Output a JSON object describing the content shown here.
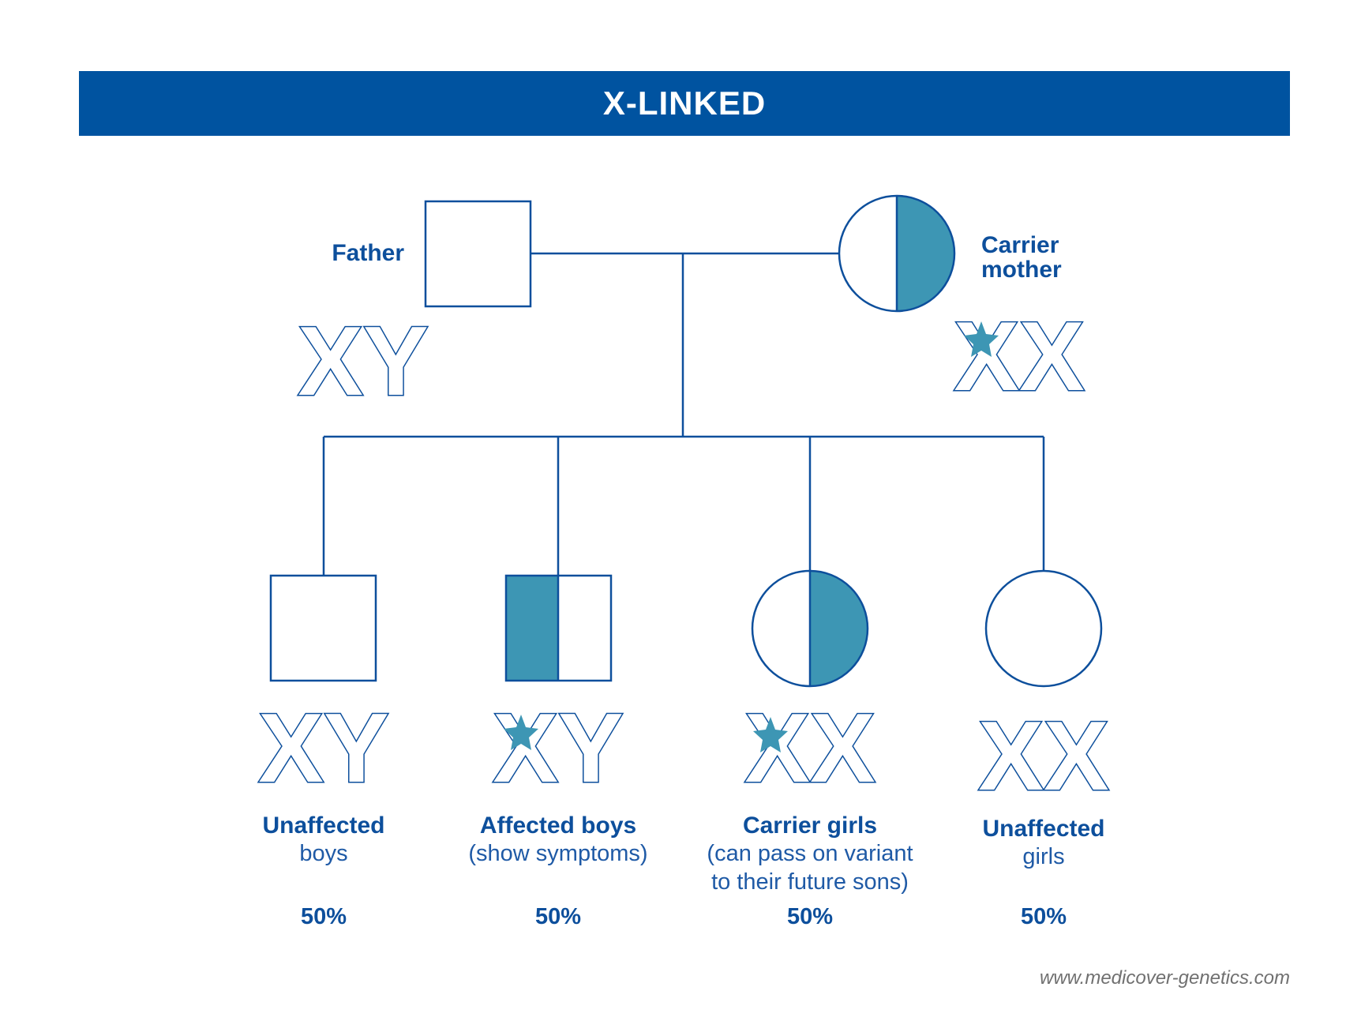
{
  "header": {
    "title": "X-LINKED"
  },
  "parents": {
    "father": {
      "label": "Father",
      "chromosomes": "XY"
    },
    "mother": {
      "label_line1": "Carrier",
      "label_line2": "mother",
      "chromosomes": "XX"
    }
  },
  "children": [
    {
      "label_bold": "Unaffected",
      "label_line2": "boys",
      "label_line3": "",
      "chromosomes": "XY",
      "percent": "50%"
    },
    {
      "label_bold": "Affected boys",
      "label_line2": "(show symptoms)",
      "label_line3": "",
      "chromosomes": "XY",
      "percent": "50%"
    },
    {
      "label_bold": "Carrier girls",
      "label_line2": "(can pass on variant",
      "label_line3": "to their future sons)",
      "chromosomes": "XX",
      "percent": "50%"
    },
    {
      "label_bold": "Unaffected",
      "label_line2": "girls",
      "label_line3": "",
      "chromosomes": "XX",
      "percent": "50%"
    }
  ],
  "footer": {
    "url": "www.medicover-genetics.com"
  },
  "colors": {
    "primary_blue": "#0053a0",
    "line_blue": "#0d4f9c",
    "affected_teal": "#3d96b4"
  }
}
